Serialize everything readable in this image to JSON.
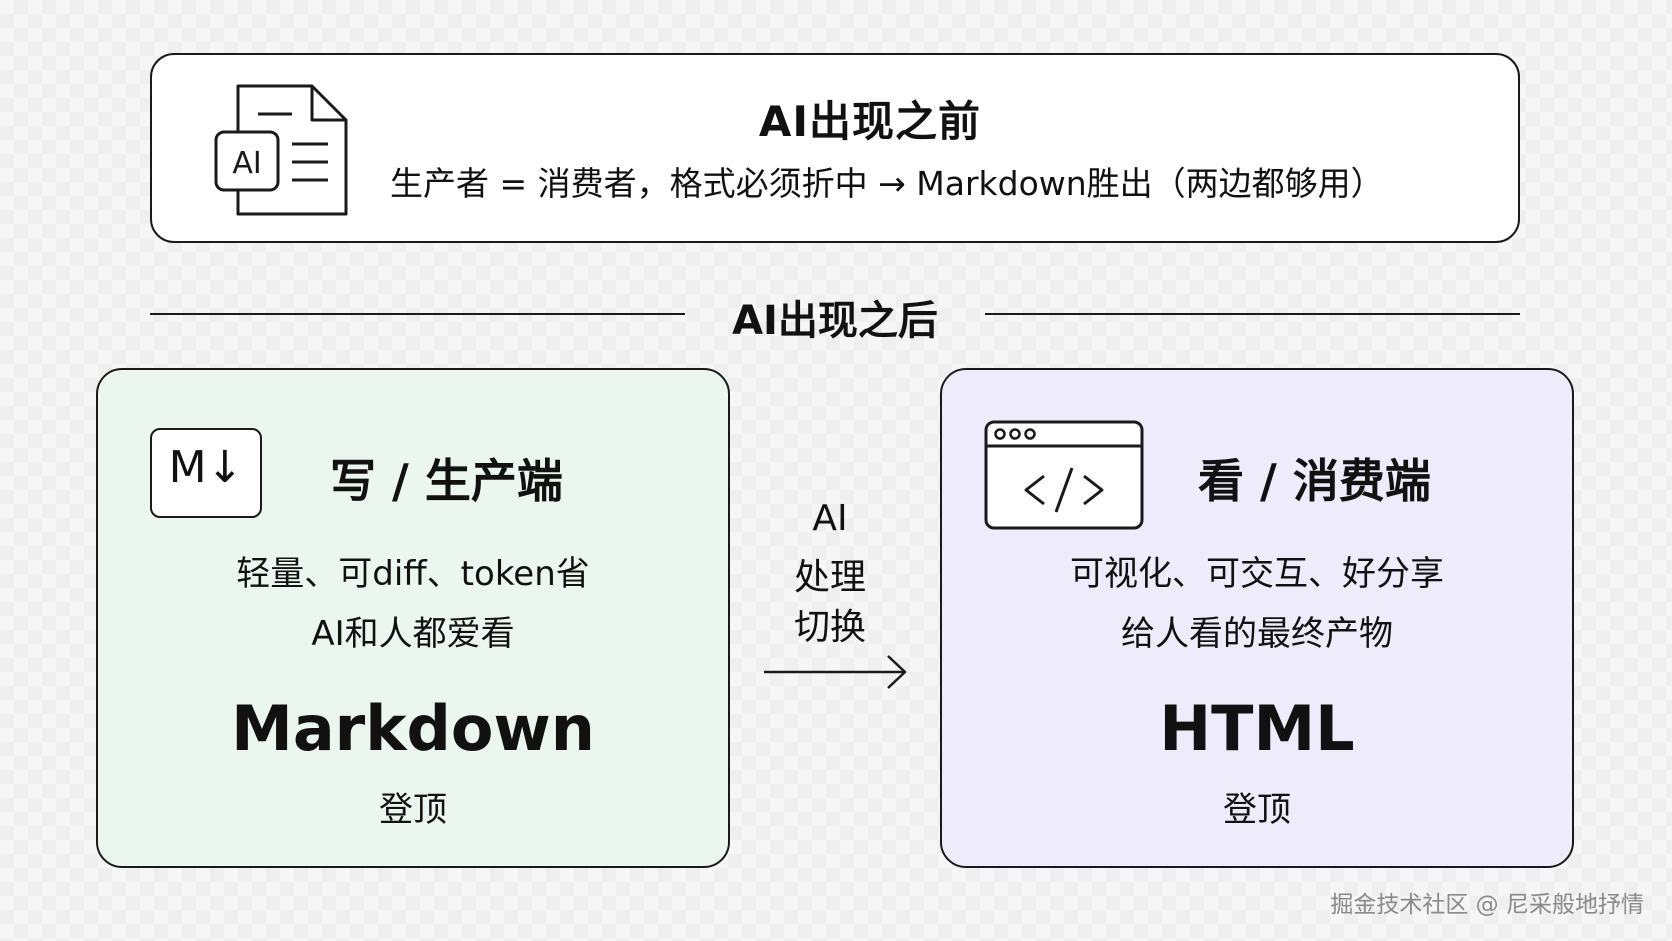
{
  "top": {
    "title": "AI出现之前",
    "description": "生产者 = 消费者，格式必须折中 → Markdown胜出（两边都够用）",
    "icon": "ai-document-icon",
    "icon_label": "AI"
  },
  "divider": {
    "label": "AI出现之后"
  },
  "left_card": {
    "badge_text": "M↓",
    "heading": "写 / 生产端",
    "line1": "轻量、可diff、token省",
    "line2": "AI和人都爱看",
    "big_label": "Markdown",
    "footer": "登顶",
    "background": "#eaf6ee"
  },
  "middle": {
    "line1": "AI",
    "line2": "处理",
    "line3": "切换",
    "icon": "arrow-right-icon"
  },
  "right_card": {
    "icon": "browser-code-icon",
    "heading": "看 / 消费端",
    "line1": "可视化、可交互、好分享",
    "line2": "给人看的最终产物",
    "big_label": "HTML",
    "footer": "登顶",
    "background": "#eeecfa"
  },
  "watermark": "掘金技术社区 @ 尼采般地抒情"
}
